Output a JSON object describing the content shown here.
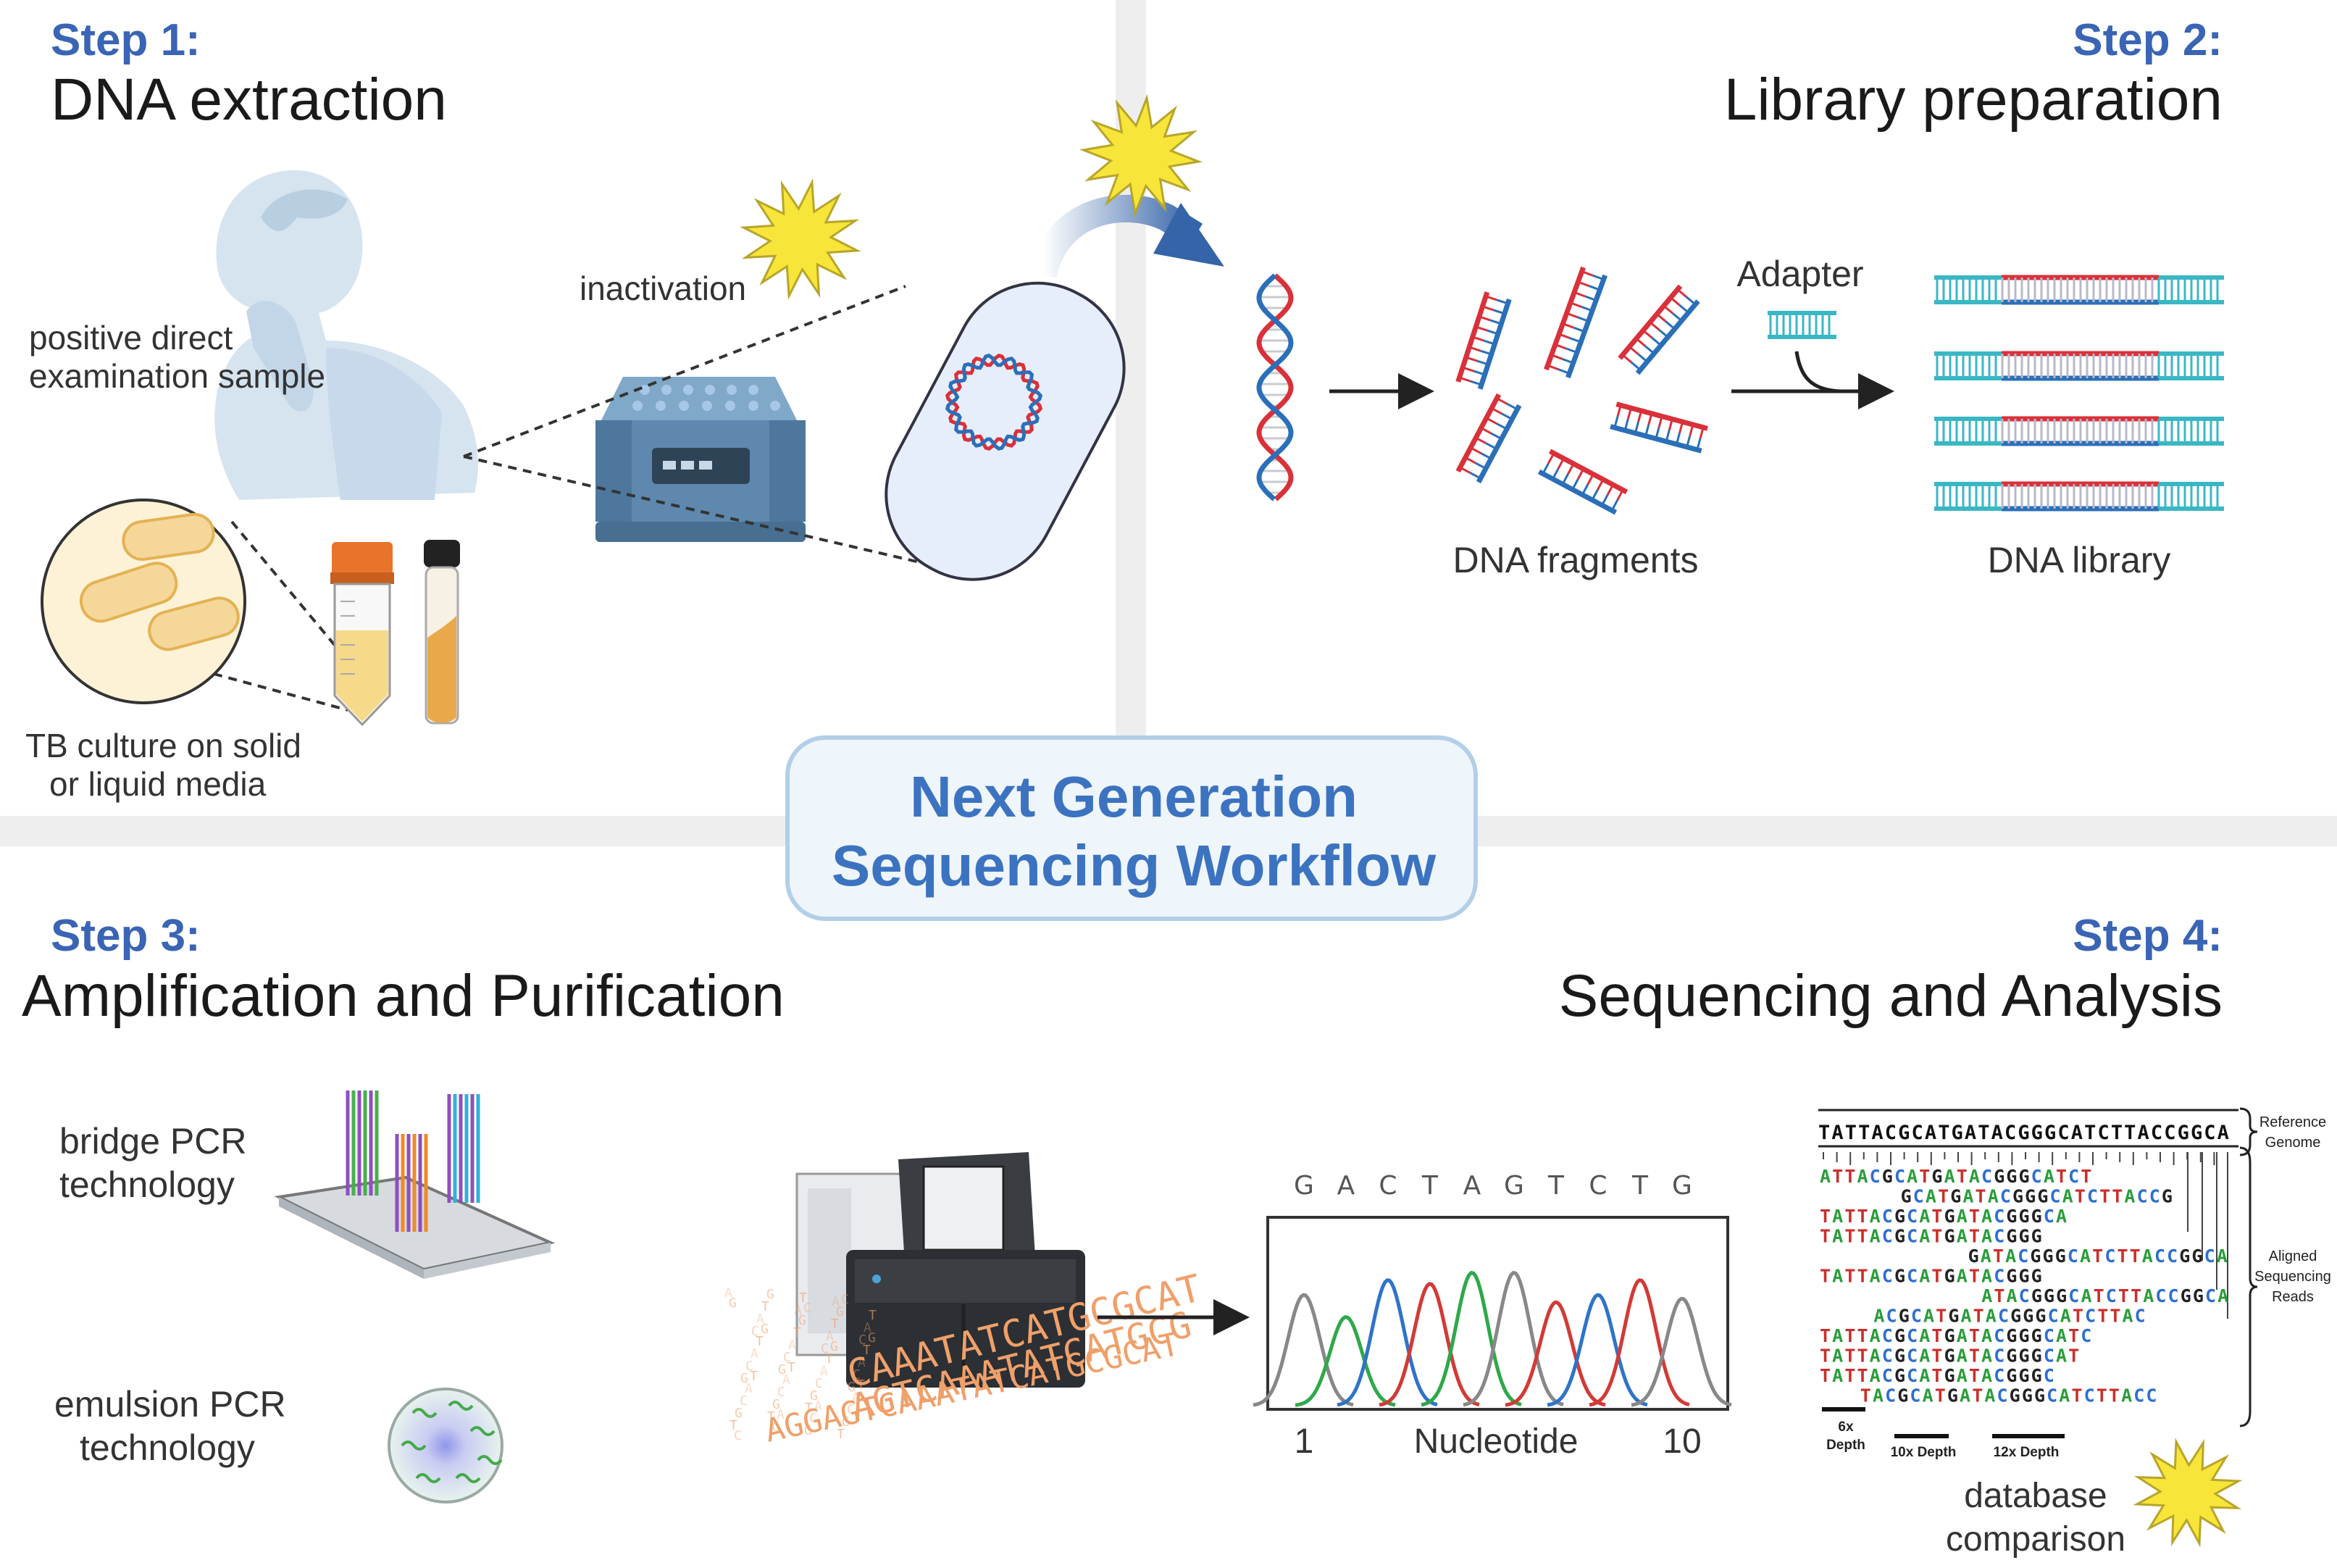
{
  "center": {
    "line1": "Next Generation",
    "line2": "Sequencing Workflow"
  },
  "steps": [
    {
      "label": "Step 1:",
      "title": "DNA extraction"
    },
    {
      "label": "Step 2:",
      "title": "Library preparation"
    },
    {
      "label": "Step 3:",
      "title": "Amplification and Purification"
    },
    {
      "label": "Step 4:",
      "title": "Sequencing and Analysis"
    }
  ],
  "step1": {
    "sample_line1": "positive direct",
    "sample_line2": "examination sample",
    "culture_line1": "TB culture on solid",
    "culture_line2": "or liquid media",
    "inactivation": "inactivation"
  },
  "step2": {
    "adapter": "Adapter",
    "fragments": "DNA fragments",
    "library": "DNA library"
  },
  "step3": {
    "bridge_line1": "bridge PCR",
    "bridge_line2": "technology",
    "emulsion_line1": "emulsion PCR",
    "emulsion_line2": "technology"
  },
  "step4": {
    "chromatogram": {
      "bases": [
        "G",
        "A",
        "C",
        "T",
        "A",
        "G",
        "T",
        "C",
        "T",
        "G"
      ],
      "x_start": "1",
      "x_end": "10",
      "xlabel": "Nucleotide"
    },
    "stream_lines": [
      "CAAATATCATGCGCAT",
      "AGTCAAATATCATGCG",
      "AGGAGTCAAATATCATGCGCAT"
    ],
    "alignment": {
      "reference": "TATTACGCATGATACGGGCATCTTACCGGCA",
      "reference_label_1": "Reference",
      "reference_label_2": "Genome",
      "aligned_label_1": "Aligned",
      "aligned_label_2": "Sequencing",
      "aligned_label_3": "Reads",
      "reads": [
        {
          "offset": 0,
          "seq": "ATTACGCATGATACGGGCATCT"
        },
        {
          "offset": 6,
          "seq": "GCATGATACGGGCATCTTACCG"
        },
        {
          "offset": 0,
          "seq": "TATTACGCATGATACGGGCA"
        },
        {
          "offset": 0,
          "seq": "TATTACGCATGATACGGG"
        },
        {
          "offset": 11,
          "seq": "GATACGGGCATCTTACCGGCA"
        },
        {
          "offset": 0,
          "seq": "TATTACGCATGATACGGG"
        },
        {
          "offset": 12,
          "seq": "ATACGGGCATCTTACCGGCA"
        },
        {
          "offset": 4,
          "seq": "ACGCATGATACGGGCATCTTAC"
        },
        {
          "offset": 0,
          "seq": "TATTACGCATGATACGGGCATC"
        },
        {
          "offset": 0,
          "seq": "TATTACGCATGATACGGGCAT"
        },
        {
          "offset": 0,
          "seq": "TATTACGCATGATACGGGC"
        },
        {
          "offset": 3,
          "seq": "TACGCATGATACGGGCATCTTACC"
        }
      ],
      "depths": [
        {
          "line1": "6x",
          "line2": "Depth"
        },
        {
          "line1": "10x Depth",
          "line2": ""
        },
        {
          "line1": "12x Depth",
          "line2": ""
        }
      ],
      "database_line1": "database",
      "database_line2": "comparison"
    }
  },
  "colors": {
    "step_blue": "#3a64b4",
    "center_blue": "#3c73c0",
    "dna_red": "#d9313a",
    "dna_blue": "#2b6fb8",
    "adapter_teal": "#3ab7c4",
    "base_A": "#2a9d3a",
    "base_C": "#2f6fd0",
    "base_G": "#222222",
    "base_T": "#c9302c",
    "peak_gray": "#888888",
    "peak_green": "#2fa84a",
    "peak_blue": "#2f73c9",
    "peak_red": "#d23a36",
    "star_yellow": "#f7e53a"
  },
  "icons": [
    "person-icon",
    "bacteria-icon",
    "culture-tube-icon",
    "heat-block-icon",
    "cell-icon",
    "star-icon",
    "dna-helix-icon",
    "sequencer-icon",
    "flow-cell-icon",
    "emulsion-bead-icon"
  ]
}
